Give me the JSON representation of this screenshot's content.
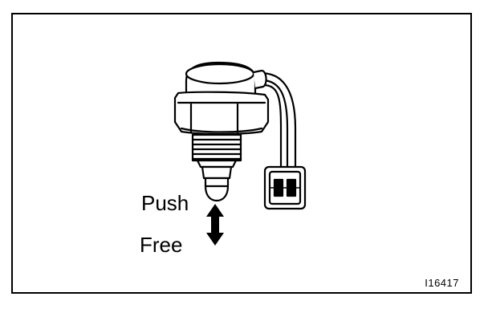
{
  "diagram": {
    "labels": {
      "push": "Push",
      "free": "Free"
    },
    "figure_id": "I16417",
    "icons": [
      "switch-body",
      "connector-plug",
      "double-arrow-icon"
    ],
    "colors": {
      "ink": "#000000",
      "paper": "#ffffff"
    }
  }
}
